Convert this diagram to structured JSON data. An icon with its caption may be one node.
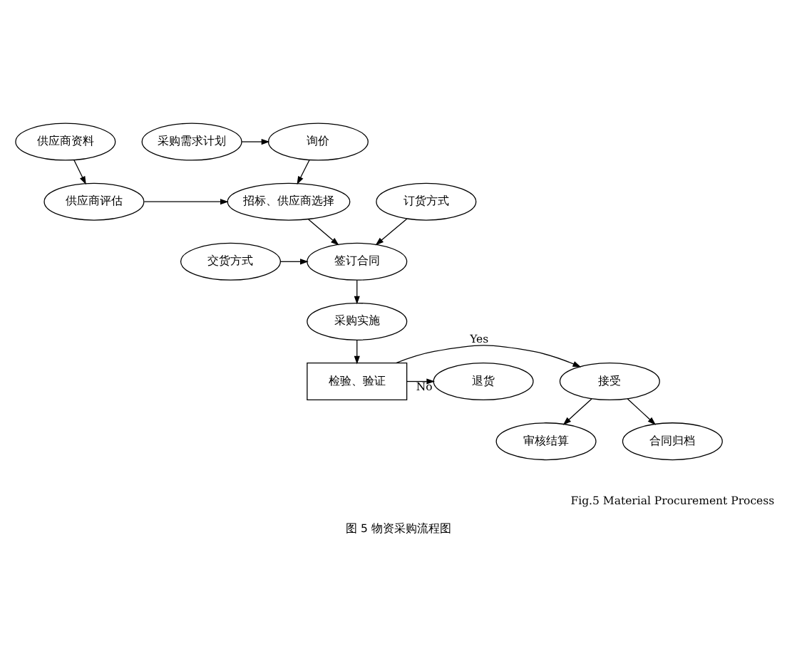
{
  "diagram": {
    "caption": "图 5 物资采购流程图",
    "nodes": [
      {
        "text": [
          "供应商资料"
        ]
      },
      {
        "text": [
          "询价"
        ]
      },
      {
        "text": [
          "采购需求计划"
        ]
      },
      {
        "text": [
          "供应商评估"
        ]
      },
      {
        "text": [
          "招标、供应商选择"
        ]
      },
      {
        "text": [
          "订货方式"
        ]
      },
      {
        "text": [
          "签订合同"
        ]
      },
      {
        "text": [
          "交货方式"
        ]
      },
      {
        "text": [
          "采购实施"
        ]
      },
      {
        "text": [
          "接受"
        ]
      },
      {
        "text": [
          "检验、验证"
        ]
      },
      {
        "text": [
          "退货"
        ]
      },
      {
        "text": [
          "审核结算"
        ]
      },
      {
        "text": [
          "合同归档"
        ]
      }
    ],
    "edges": [
      {
        "from": 0,
        "to": 3,
        "arrow": "to"
      },
      {
        "from": 2,
        "to": 1,
        "arrow": "to"
      },
      {
        "from": 1,
        "to": 4,
        "arrow": "to"
      },
      {
        "from": 3,
        "to": 4,
        "arrow": "to"
      },
      {
        "from": 4,
        "to": 6,
        "arrow": "to"
      },
      {
        "from": 5,
        "to": 6,
        "arrow": "to"
      },
      {
        "from": 7,
        "to": 6,
        "arrow": "to"
      },
      {
        "from": 6,
        "to": 8,
        "arrow": "to"
      },
      {
        "from": 8,
        "to": 10,
        "arrow": "to"
      },
      {
        "from": 10,
        "to": 9,
        "arrow": "to",
        "label": "Yes"
      },
      {
        "from": 10,
        "to": 11,
        "arrow": "to",
        "label": "No"
      },
      {
        "from": 9,
        "to": 12,
        "arrow": "to"
      },
      {
        "from": 9,
        "to": 13,
        "arrow": "to"
      }
    ],
    "labels": [
      "Fig.5 Material Procurement Process"
    ]
  }
}
